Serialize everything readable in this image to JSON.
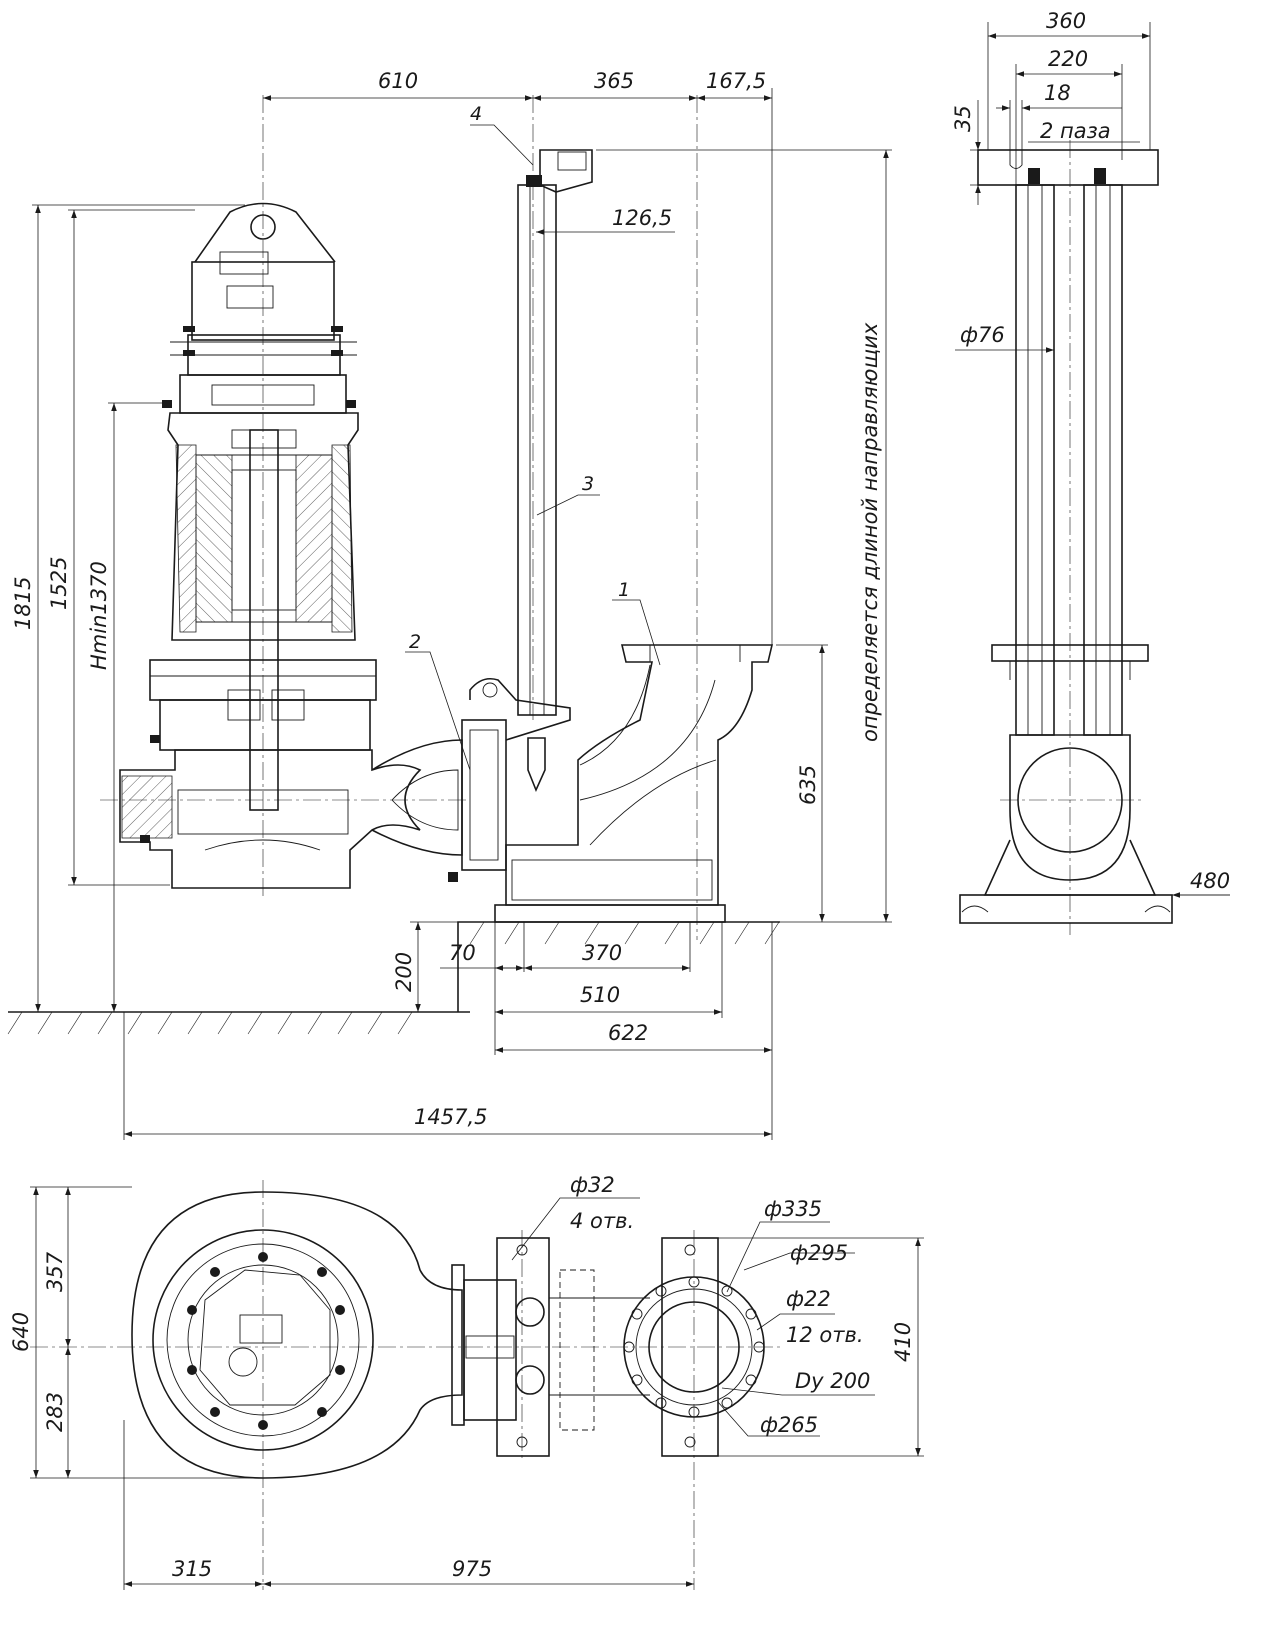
{
  "front": {
    "d610": "610",
    "d365": "365",
    "d167": "167,5",
    "d126": "126,5",
    "d1815": "1815",
    "d1525": "1525",
    "d1370": "Hmin1370",
    "d635": "635",
    "d200": "200",
    "d70": "70",
    "d370": "370",
    "d510": "510",
    "d622": "622",
    "d1457": "1457,5",
    "note": "определяется длиной направляющих",
    "pos1": "1",
    "pos2": "2",
    "pos3": "3",
    "pos4": "4"
  },
  "side": {
    "d360": "360",
    "d220": "220",
    "d18": "18",
    "d35": "35",
    "slots": "2 паза",
    "d76": "ф76",
    "d480": "480"
  },
  "plan": {
    "d640": "640",
    "d357": "357",
    "d283": "283",
    "d315": "315",
    "d975": "975",
    "d410": "410",
    "d32": "ф32",
    "holes4": "4 отв.",
    "d335": "ф335",
    "d295": "ф295",
    "d22": "ф22",
    "holes12": "12 отв.",
    "dy": "Dy 200",
    "d265": "ф265"
  }
}
